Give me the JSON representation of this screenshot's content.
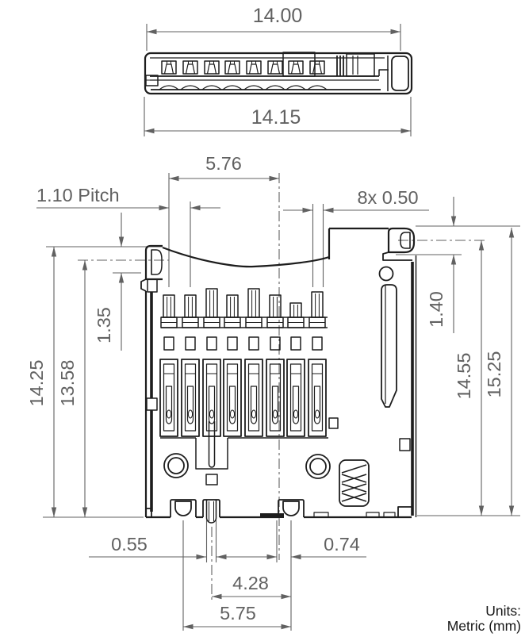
{
  "colors": {
    "line": "#1d1d1d",
    "dim": "#616161"
  },
  "top_view": {
    "dim_inner_width": "14.00",
    "dim_overall_width": "14.15"
  },
  "front_view": {
    "dim_pin_row_span": "5.76",
    "dim_pin_pitch": "1.10 Pitch",
    "dim_pin_width": "8x 0.50",
    "dim_left_step": "1.35",
    "dim_left_inner_height": "13.58",
    "dim_left_overall_height": "14.25",
    "dim_right_step": "1.40",
    "dim_right_inner_height": "14.55",
    "dim_right_overall_height": "15.25",
    "dim_center_pin_width": "0.55",
    "dim_right_foot_offset": "0.74",
    "dim_foot_span_inner": "4.28",
    "dim_foot_span_outer": "5.75"
  },
  "notes": {
    "units_line1": "Units:",
    "units_line2": "Metric (mm)"
  }
}
